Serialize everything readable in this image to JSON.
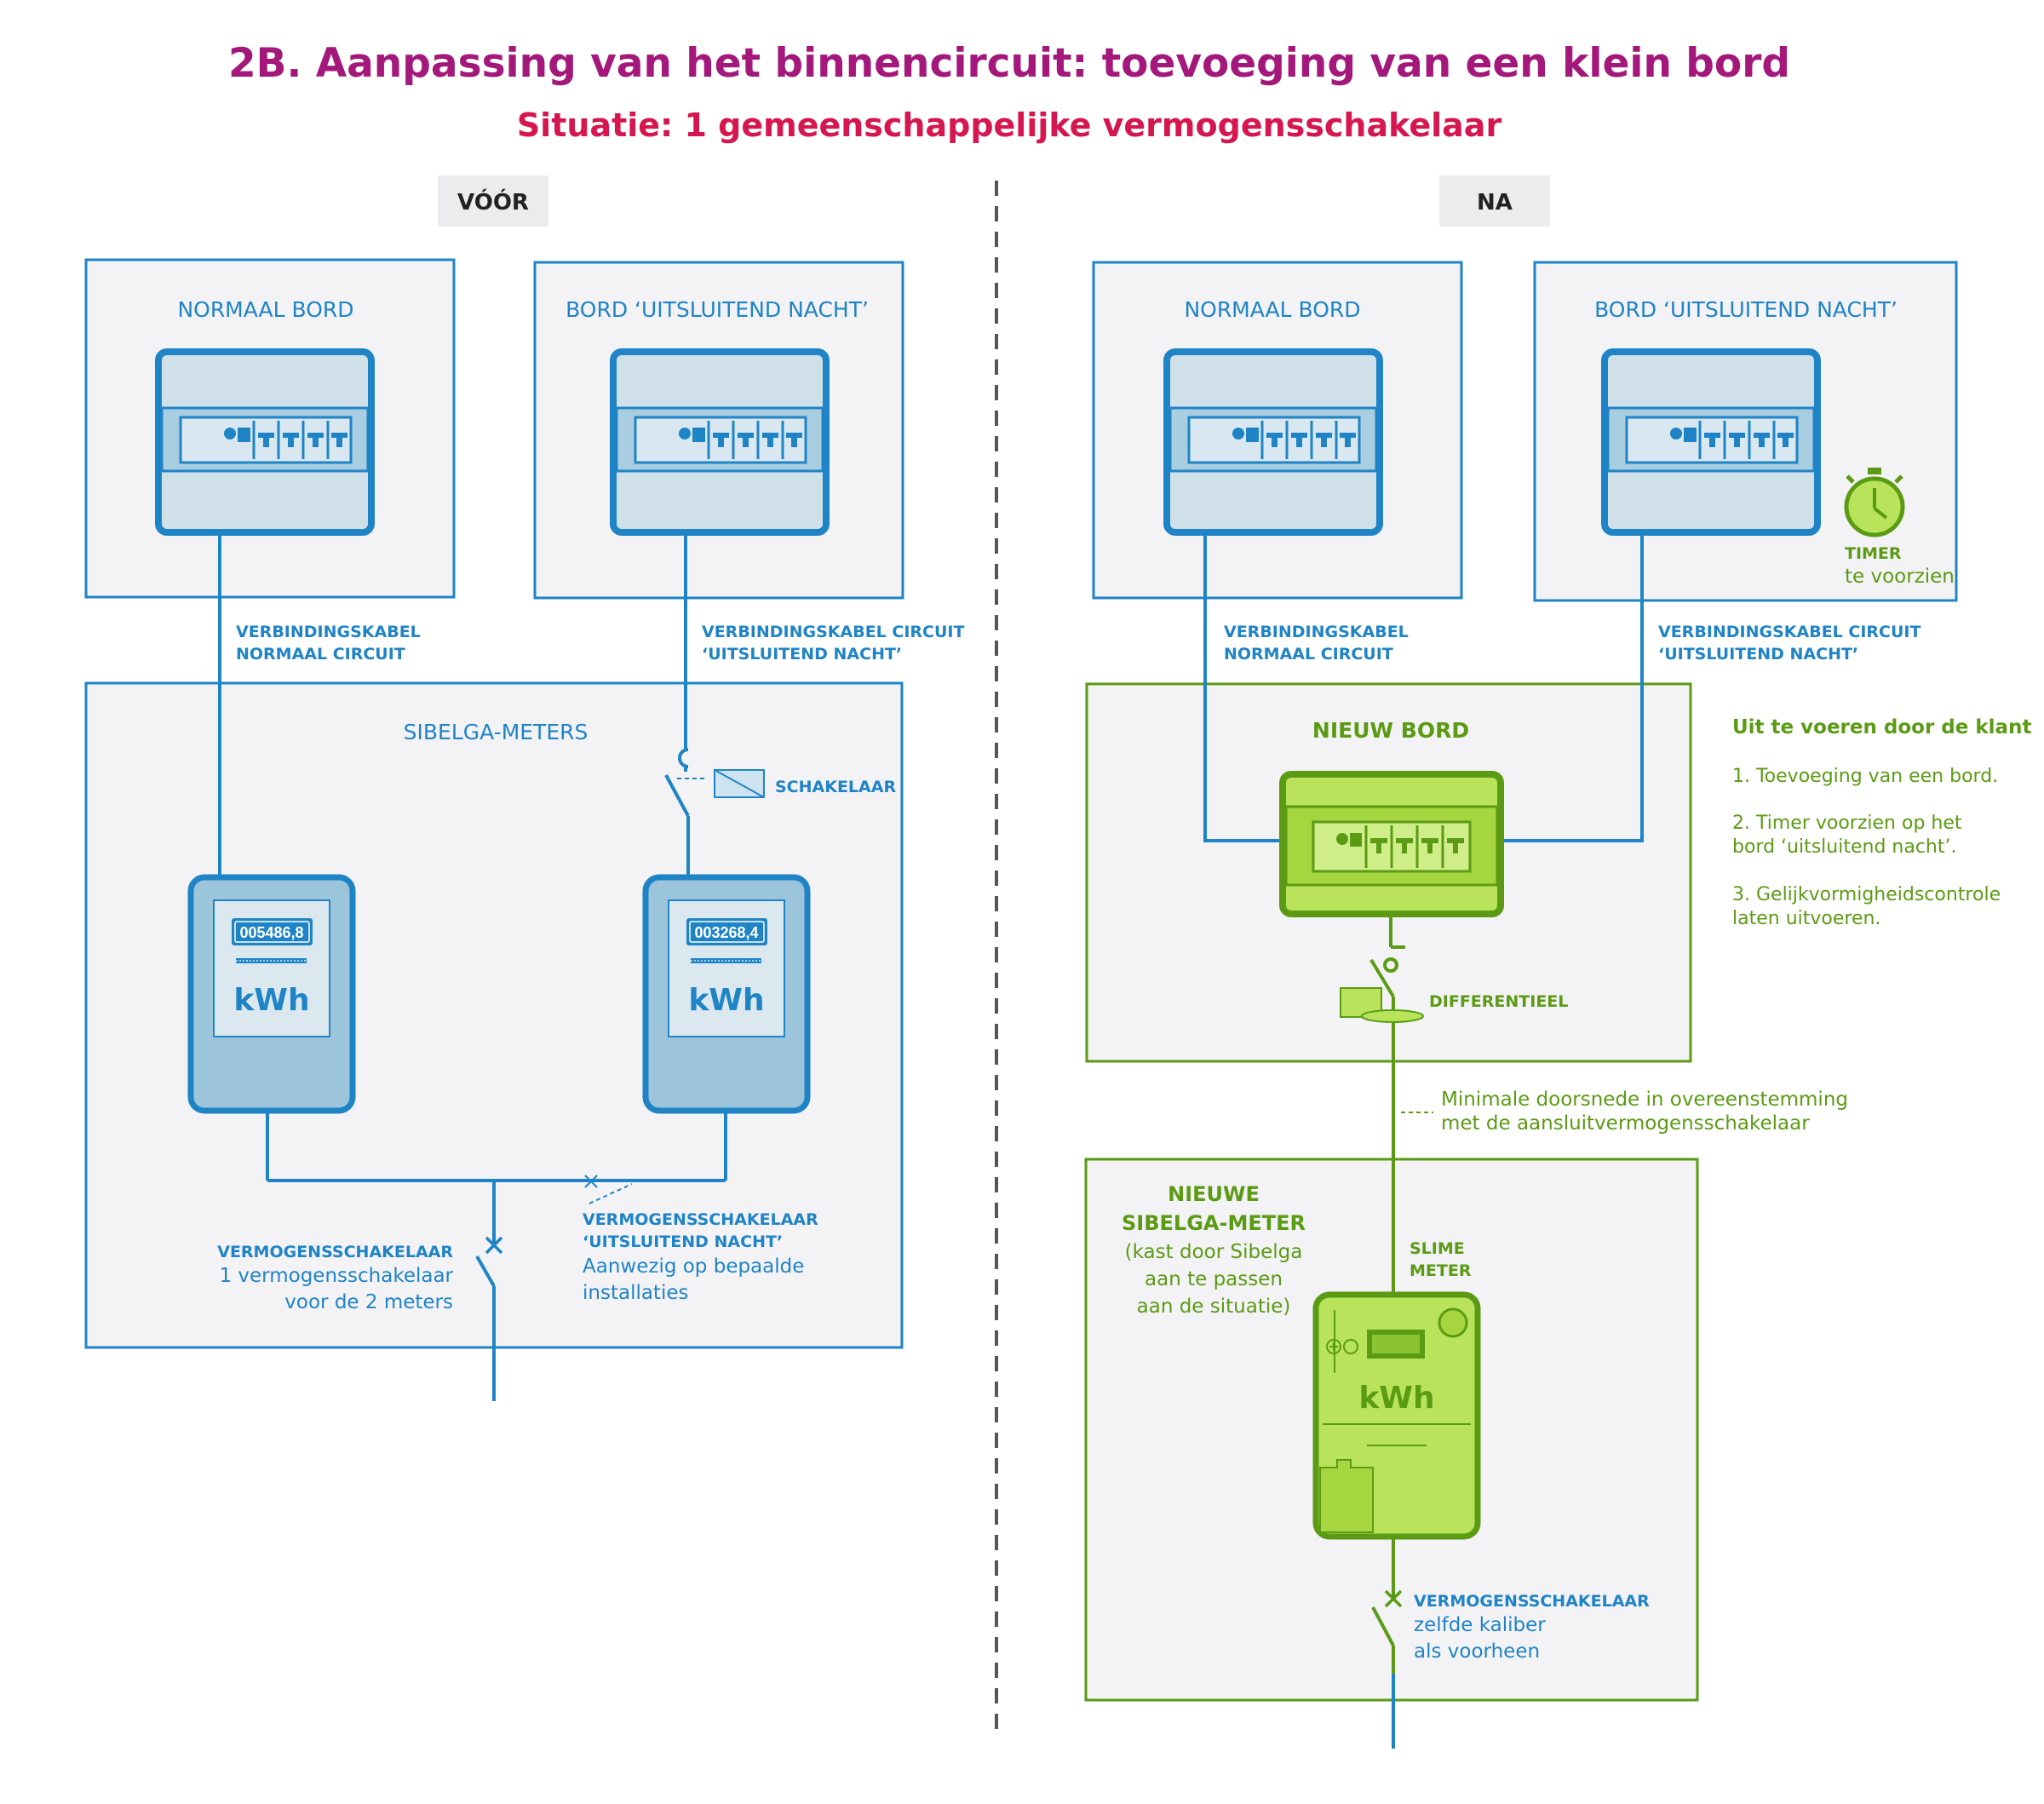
{
  "title": "2B. Aanpassing van het binnencircuit: toevoeging van een klein bord",
  "subtitle": "Situatie: 1 gemeenschappelijke vermogensschakelaar",
  "before": {
    "badge": "VÓÓR",
    "normal_board": "NORMAAL BORD",
    "night_board": "BORD ‘UITSLUITEND NACHT’",
    "cable_normal_1": "VERBINDINGSKABEL",
    "cable_normal_2": "NORMAAL CIRCUIT",
    "cable_night_1": "VERBINDINGSKABEL CIRCUIT",
    "cable_night_2": "‘UITSLUITEND NACHT’",
    "meters_title": "SIBELGA-METERS",
    "switch_label": "SCHAKELAAR",
    "meter1_reading": "005486,8",
    "meter2_reading": "003268,4",
    "unit": "kWh",
    "breaker_title": "VERMOGENSSCHAKELAAR",
    "breaker_line2": "1 vermogensschakelaar",
    "breaker_line3": "voor de 2 meters",
    "night_breaker_1": "VERMOGENSSCHAKELAAR",
    "night_breaker_2": "‘UITSLUITEND NACHT’",
    "night_breaker_3": "Aanwezig op bepaalde",
    "night_breaker_4": "installaties"
  },
  "after": {
    "badge": "NA",
    "normal_board": "NORMAAL BORD",
    "night_board": "BORD ‘UITSLUITEND NACHT’",
    "timer_1": "TIMER",
    "timer_2": "te voorzien",
    "cable_normal_1": "VERBINDINGSKABEL",
    "cable_normal_2": "NORMAAL CIRCUIT",
    "cable_night_1": "VERBINDINGSKABEL CIRCUIT",
    "cable_night_2": "‘UITSLUITEND NACHT’",
    "new_board": "NIEUW BORD",
    "differential": "DIFFERENTIEEL",
    "min_section_1": "Minimale doorsnede in overeenstemming",
    "min_section_2": "met de aansluitvermogensschakelaar",
    "new_meter_1": "NIEUWE",
    "new_meter_2": "SIBELGA-METER",
    "new_meter_3": "(kast door Sibelga",
    "new_meter_4": "aan te passen",
    "new_meter_5": "aan de situatie)",
    "smart_1": "SLIME",
    "smart_2": "METER",
    "unit": "kWh",
    "breaker_1": "VERMOGENSSCHAKELAAR",
    "breaker_2": "zelfde kaliber",
    "breaker_3": "als voorheen"
  },
  "client": {
    "heading": "Uit te voeren door de klant",
    "step1": "1. Toevoeging van een bord.",
    "step2a": "2. Timer voorzien op het",
    "step2b": "bord ‘uitsluitend nacht’.",
    "step3a": "3. Gelijkvormigheidscontrole",
    "step3b": "laten uitvoeren."
  },
  "colors": {
    "blue": "#1f84c6",
    "green": "#5b9b14",
    "light_green": "#b8e35a",
    "magenta": "#a3187a",
    "crimson": "#d6164f"
  }
}
